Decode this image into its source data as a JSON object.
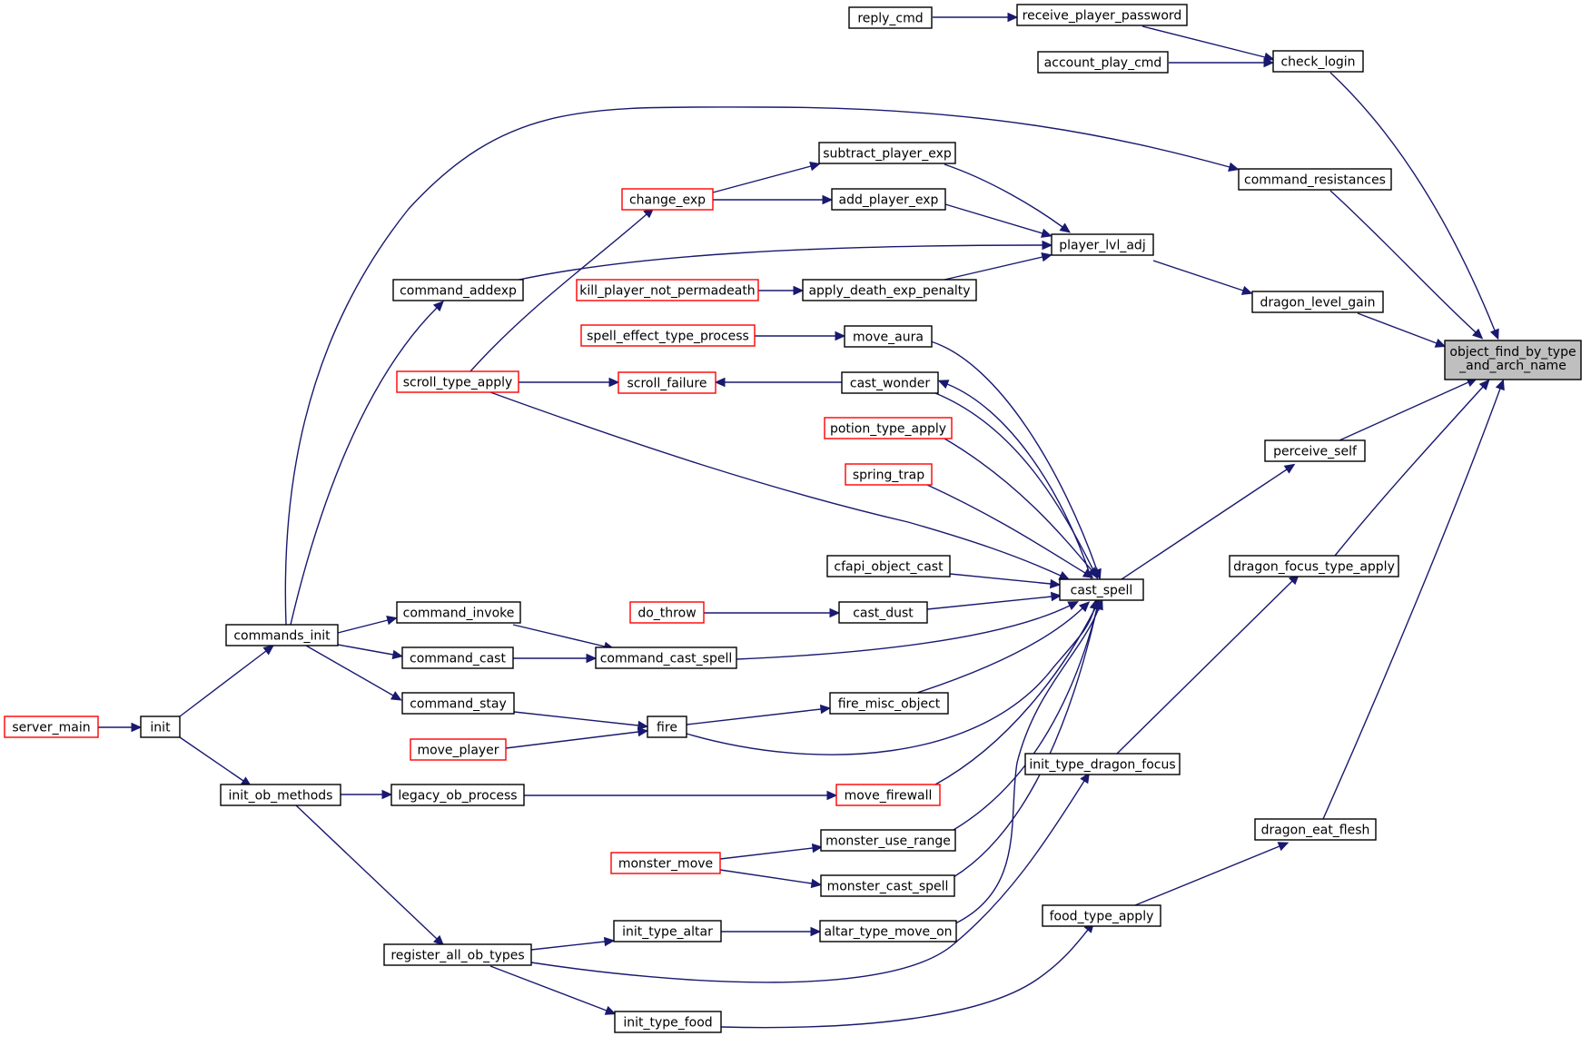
{
  "colors": {
    "edge": "#191970",
    "border_normal": "#000000",
    "border_truncated": "#ff0000",
    "focus_fill": "#bfbfbf",
    "node_fill": "#ffffff"
  },
  "focus_node": {
    "id": "object_find_by_type_and_arch_name",
    "label_lines": [
      "object_find_by_type",
      "_and_arch_name"
    ]
  },
  "nodes": [
    {
      "id": "reply_cmd",
      "label": "reply_cmd",
      "truncated": false
    },
    {
      "id": "receive_player_password",
      "label": "receive_player_password",
      "truncated": false
    },
    {
      "id": "account_play_cmd",
      "label": "account_play_cmd",
      "truncated": false
    },
    {
      "id": "check_login",
      "label": "check_login",
      "truncated": false
    },
    {
      "id": "command_resistances",
      "label": "command_resistances",
      "truncated": false
    },
    {
      "id": "subtract_player_exp",
      "label": "subtract_player_exp",
      "truncated": false
    },
    {
      "id": "change_exp",
      "label": "change_exp",
      "truncated": true
    },
    {
      "id": "add_player_exp",
      "label": "add_player_exp",
      "truncated": false
    },
    {
      "id": "player_lvl_adj",
      "label": "player_lvl_adj",
      "truncated": false
    },
    {
      "id": "command_addexp",
      "label": "command_addexp",
      "truncated": false
    },
    {
      "id": "kill_player_not_permadeath",
      "label": "kill_player_not_permadeath",
      "truncated": true
    },
    {
      "id": "apply_death_exp_penalty",
      "label": "apply_death_exp_penalty",
      "truncated": false
    },
    {
      "id": "dragon_level_gain",
      "label": "dragon_level_gain",
      "truncated": false
    },
    {
      "id": "spell_effect_type_process",
      "label": "spell_effect_type_process",
      "truncated": true
    },
    {
      "id": "move_aura",
      "label": "move_aura",
      "truncated": false
    },
    {
      "id": "scroll_type_apply",
      "label": "scroll_type_apply",
      "truncated": true
    },
    {
      "id": "scroll_failure",
      "label": "scroll_failure",
      "truncated": true
    },
    {
      "id": "cast_wonder",
      "label": "cast_wonder",
      "truncated": false
    },
    {
      "id": "potion_type_apply",
      "label": "potion_type_apply",
      "truncated": true
    },
    {
      "id": "perceive_self",
      "label": "perceive_self",
      "truncated": false
    },
    {
      "id": "spring_trap",
      "label": "spring_trap",
      "truncated": true
    },
    {
      "id": "dragon_focus_type_apply",
      "label": "dragon_focus_type_apply",
      "truncated": false
    },
    {
      "id": "cfapi_object_cast",
      "label": "cfapi_object_cast",
      "truncated": false
    },
    {
      "id": "cast_spell",
      "label": "cast_spell",
      "truncated": false
    },
    {
      "id": "do_throw",
      "label": "do_throw",
      "truncated": true
    },
    {
      "id": "cast_dust",
      "label": "cast_dust",
      "truncated": false
    },
    {
      "id": "command_invoke",
      "label": "command_invoke",
      "truncated": false
    },
    {
      "id": "commands_init",
      "label": "commands_init",
      "truncated": false
    },
    {
      "id": "command_cast",
      "label": "command_cast",
      "truncated": false
    },
    {
      "id": "command_cast_spell",
      "label": "command_cast_spell",
      "truncated": false
    },
    {
      "id": "command_stay",
      "label": "command_stay",
      "truncated": false
    },
    {
      "id": "fire_misc_object",
      "label": "fire_misc_object",
      "truncated": false
    },
    {
      "id": "server_main",
      "label": "server_main",
      "truncated": true
    },
    {
      "id": "init",
      "label": "init",
      "truncated": false
    },
    {
      "id": "fire",
      "label": "fire",
      "truncated": false
    },
    {
      "id": "move_player",
      "label": "move_player",
      "truncated": true
    },
    {
      "id": "init_type_dragon_focus",
      "label": "init_type_dragon_focus",
      "truncated": false
    },
    {
      "id": "init_ob_methods",
      "label": "init_ob_methods",
      "truncated": false
    },
    {
      "id": "legacy_ob_process",
      "label": "legacy_ob_process",
      "truncated": false
    },
    {
      "id": "move_firewall",
      "label": "move_firewall",
      "truncated": true
    },
    {
      "id": "dragon_eat_flesh",
      "label": "dragon_eat_flesh",
      "truncated": false
    },
    {
      "id": "monster_use_range",
      "label": "monster_use_range",
      "truncated": false
    },
    {
      "id": "monster_move",
      "label": "monster_move",
      "truncated": true
    },
    {
      "id": "monster_cast_spell",
      "label": "monster_cast_spell",
      "truncated": false
    },
    {
      "id": "food_type_apply",
      "label": "food_type_apply",
      "truncated": false
    },
    {
      "id": "init_type_altar",
      "label": "init_type_altar",
      "truncated": false
    },
    {
      "id": "altar_type_move_on",
      "label": "altar_type_move_on",
      "truncated": false
    },
    {
      "id": "register_all_ob_types",
      "label": "register_all_ob_types",
      "truncated": false
    },
    {
      "id": "init_type_food",
      "label": "init_type_food",
      "truncated": false
    }
  ],
  "edges": [
    {
      "from": "reply_cmd",
      "to": "receive_player_password"
    },
    {
      "from": "receive_player_password",
      "to": "check_login"
    },
    {
      "from": "account_play_cmd",
      "to": "check_login"
    },
    {
      "from": "check_login",
      "to": "object_find_by_type_and_arch_name"
    },
    {
      "from": "command_resistances",
      "to": "object_find_by_type_and_arch_name"
    },
    {
      "from": "dragon_level_gain",
      "to": "object_find_by_type_and_arch_name"
    },
    {
      "from": "perceive_self",
      "to": "object_find_by_type_and_arch_name"
    },
    {
      "from": "dragon_focus_type_apply",
      "to": "object_find_by_type_and_arch_name"
    },
    {
      "from": "dragon_eat_flesh",
      "to": "object_find_by_type_and_arch_name"
    },
    {
      "from": "player_lvl_adj",
      "to": "dragon_level_gain"
    },
    {
      "from": "subtract_player_exp",
      "to": "player_lvl_adj"
    },
    {
      "from": "add_player_exp",
      "to": "player_lvl_adj"
    },
    {
      "from": "command_addexp",
      "to": "player_lvl_adj"
    },
    {
      "from": "apply_death_exp_penalty",
      "to": "player_lvl_adj"
    },
    {
      "from": "change_exp",
      "to": "subtract_player_exp"
    },
    {
      "from": "change_exp",
      "to": "add_player_exp"
    },
    {
      "from": "kill_player_not_permadeath",
      "to": "apply_death_exp_penalty"
    },
    {
      "from": "scroll_type_apply",
      "to": "change_exp"
    },
    {
      "from": "commands_init",
      "to": "command_resistances"
    },
    {
      "from": "commands_init",
      "to": "command_addexp"
    },
    {
      "from": "commands_init",
      "to": "command_invoke"
    },
    {
      "from": "commands_init",
      "to": "command_cast"
    },
    {
      "from": "commands_init",
      "to": "command_stay"
    },
    {
      "from": "init",
      "to": "commands_init"
    },
    {
      "from": "init",
      "to": "init_ob_methods"
    },
    {
      "from": "server_main",
      "to": "init"
    },
    {
      "from": "spell_effect_type_process",
      "to": "move_aura"
    },
    {
      "from": "scroll_type_apply",
      "to": "scroll_failure"
    },
    {
      "from": "cast_wonder",
      "to": "scroll_failure"
    },
    {
      "from": "cast_spell",
      "to": "cast_wonder"
    },
    {
      "from": "cast_spell",
      "to": "perceive_self"
    },
    {
      "from": "move_aura",
      "to": "cast_spell"
    },
    {
      "from": "cast_wonder",
      "to": "cast_spell"
    },
    {
      "from": "potion_type_apply",
      "to": "cast_spell"
    },
    {
      "from": "spring_trap",
      "to": "cast_spell"
    },
    {
      "from": "scroll_type_apply",
      "to": "cast_spell"
    },
    {
      "from": "cfapi_object_cast",
      "to": "cast_spell"
    },
    {
      "from": "cast_dust",
      "to": "cast_spell"
    },
    {
      "from": "command_cast_spell",
      "to": "cast_spell"
    },
    {
      "from": "fire_misc_object",
      "to": "cast_spell"
    },
    {
      "from": "fire",
      "to": "cast_spell"
    },
    {
      "from": "move_firewall",
      "to": "cast_spell"
    },
    {
      "from": "monster_use_range",
      "to": "cast_spell"
    },
    {
      "from": "monster_cast_spell",
      "to": "cast_spell"
    },
    {
      "from": "altar_type_move_on",
      "to": "cast_spell"
    },
    {
      "from": "do_throw",
      "to": "cast_dust"
    },
    {
      "from": "command_invoke",
      "to": "command_cast_spell"
    },
    {
      "from": "command_cast",
      "to": "command_cast_spell"
    },
    {
      "from": "command_stay",
      "to": "fire"
    },
    {
      "from": "move_player",
      "to": "fire"
    },
    {
      "from": "fire",
      "to": "fire_misc_object"
    },
    {
      "from": "init_type_dragon_focus",
      "to": "dragon_focus_type_apply"
    },
    {
      "from": "register_all_ob_types",
      "to": "init_type_dragon_focus"
    },
    {
      "from": "init_ob_methods",
      "to": "legacy_ob_process"
    },
    {
      "from": "init_ob_methods",
      "to": "register_all_ob_types"
    },
    {
      "from": "legacy_ob_process",
      "to": "move_firewall"
    },
    {
      "from": "monster_move",
      "to": "monster_use_range"
    },
    {
      "from": "monster_move",
      "to": "monster_cast_spell"
    },
    {
      "from": "food_type_apply",
      "to": "dragon_eat_flesh"
    },
    {
      "from": "init_type_food",
      "to": "food_type_apply"
    },
    {
      "from": "register_all_ob_types",
      "to": "init_type_altar"
    },
    {
      "from": "register_all_ob_types",
      "to": "init_type_food"
    },
    {
      "from": "init_type_altar",
      "to": "altar_type_move_on"
    }
  ]
}
